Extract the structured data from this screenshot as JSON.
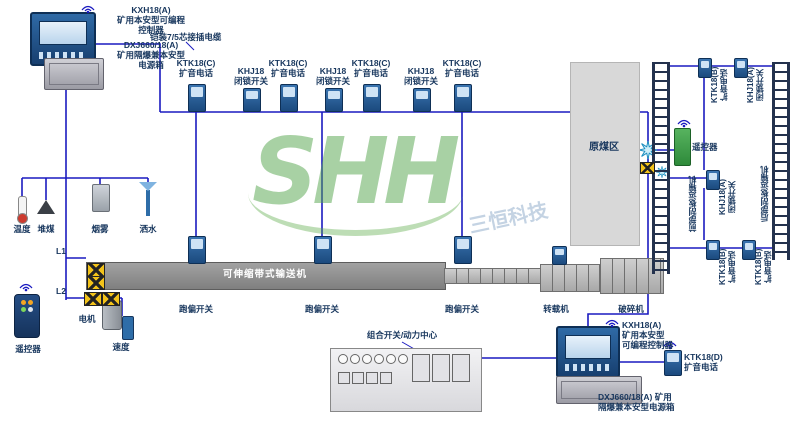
{
  "top_left": {
    "controller_label": "KXH18(A)\n矿用本安型可编程\n控制器",
    "power_label": "DXJ660/18(A)\n矿用隔爆兼本安型\n电源箱",
    "cable_label": "铠装7/5芯接插电缆"
  },
  "top_row": [
    {
      "label": "KTK18(C)\n扩音电话"
    },
    {
      "label": "KHJ18\n闭锁开关"
    },
    {
      "label": "KTK18(C)\n扩音电话"
    },
    {
      "label": "KHJ18\n闭锁开关"
    },
    {
      "label": "KTK18(C)\n扩音电话"
    },
    {
      "label": "KHJ18\n闭锁开关"
    },
    {
      "label": "KTK18(C)\n扩音电话"
    }
  ],
  "left": {
    "sensors": [
      "温度",
      "堆煤",
      "烟雾",
      "洒水"
    ],
    "l1": "L1",
    "l2": "L2",
    "remote_label": "遥控器",
    "motor_label": "电机",
    "speed_label": "速度"
  },
  "belt": {
    "label": "可伸缩带式输送机",
    "deviation": [
      "跑偏开关",
      "跑偏开关",
      "跑偏开关"
    ],
    "transfer_label": "转载机",
    "crusher_label": "破碎机"
  },
  "right": {
    "raw_coal_label": "原煤区",
    "remote_label": "遥控器",
    "front_label": "前部刮板运输机",
    "rear_label": "后部刮板运输机",
    "devices": [
      {
        "label": "KTK18(B)\n扩音电话"
      },
      {
        "label": "KHJ18(A)\n闭锁开关"
      },
      {
        "label": "KHJ18(A)\n闭锁开关"
      },
      {
        "label": "KTK18(B)\n扩音电话"
      },
      {
        "label": "KTK18(B)\n扩音电话"
      }
    ]
  },
  "bottom": {
    "combo_label": "组合开关/动力中心",
    "controller_label": "KXH18(A)\n矿用本安型\n可编程控制器",
    "speaker_label": "KTK18(D)\n扩音电话",
    "power_label": "DXJ660/18(A) 矿用\n隔爆兼本安型电源箱"
  },
  "watermark": {
    "logo": "SHH",
    "sub": "三恒科技"
  }
}
